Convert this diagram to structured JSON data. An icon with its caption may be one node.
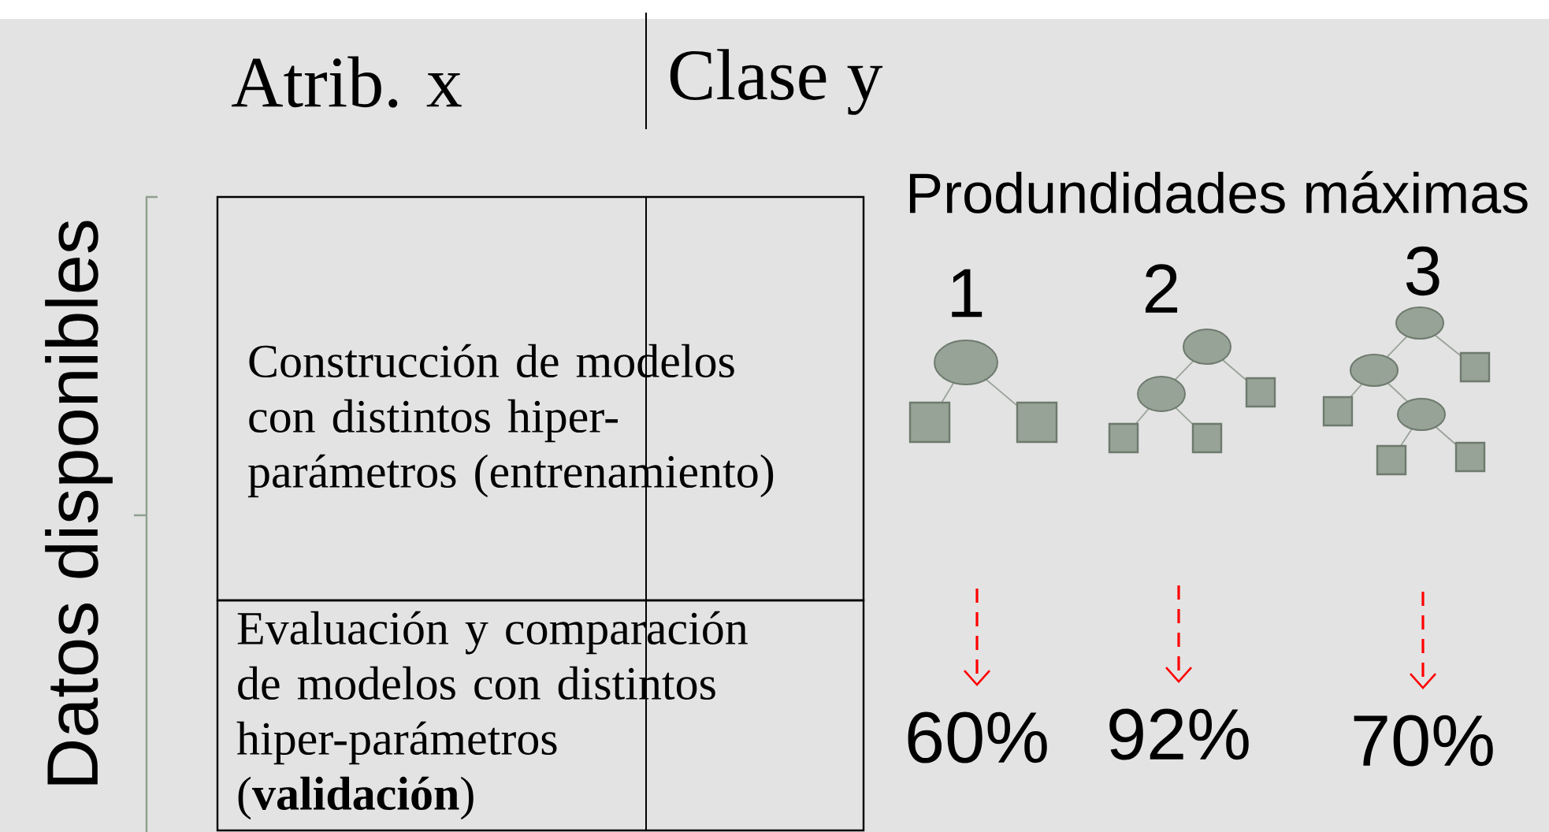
{
  "diagram": {
    "nodes": [
      {
        "text": [
          "Construcción de modelos con distintos hiper-parámetros (entrenamiento)"
        ]
      },
      {
        "text": [
          "Evaluación y comparación de modelos con distintos hiper-parámetros (**validación**)"
        ]
      },
      {
        "text": [],
        "shape": "picture",
        "beside": [
          "1"
        ]
      },
      {
        "text": [],
        "shape": "picture",
        "beside": [
          "2"
        ]
      },
      {
        "text": [],
        "shape": "picture",
        "beside": [
          "3"
        ]
      },
      {
        "text": [
          "60%"
        ]
      },
      {
        "text": [
          "92%"
        ]
      },
      {
        "text": [
          "70%"
        ]
      }
    ],
    "edges": [
      {
        "from": null,
        "to": 5,
        "arrow": "to",
        "style": "dashed"
      },
      {
        "from": null,
        "to": 6,
        "arrow": "to",
        "style": "dashed"
      },
      {
        "from": null,
        "to": 7,
        "arrow": "to",
        "style": "dashed"
      }
    ],
    "labels": [
      "Atrib. x",
      "Clase y",
      "Datos disponibles",
      "Produndidades máximas"
    ]
  }
}
